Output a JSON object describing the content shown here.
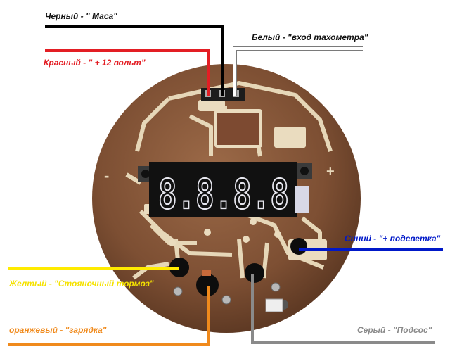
{
  "labels": {
    "black": "Черный - \" Маса\"",
    "white": "Белый - \"вход тахометра\"",
    "red": "Красный - \" + 12 вольт\"",
    "blue": "Синий - \"+ подсветка\"",
    "yellow": "Желтый - \"Стояночный тормоз\"",
    "orange": "оранжевый - \"зарядка\"",
    "gray": "Серый - \"Подсос\""
  },
  "board": {
    "minus": "-",
    "plus": "+",
    "display": "8.8.8.8"
  },
  "colors": {
    "black": "#000000",
    "white": "#ffffff",
    "red": "#e31e24",
    "blue": "#0018c8",
    "yellow": "#ffeb00",
    "orange": "#f08a1c",
    "gray": "#8a8a8a",
    "board": "#8a5a3c",
    "copper": "#e9dcc1",
    "display": "#e8e8ee"
  }
}
